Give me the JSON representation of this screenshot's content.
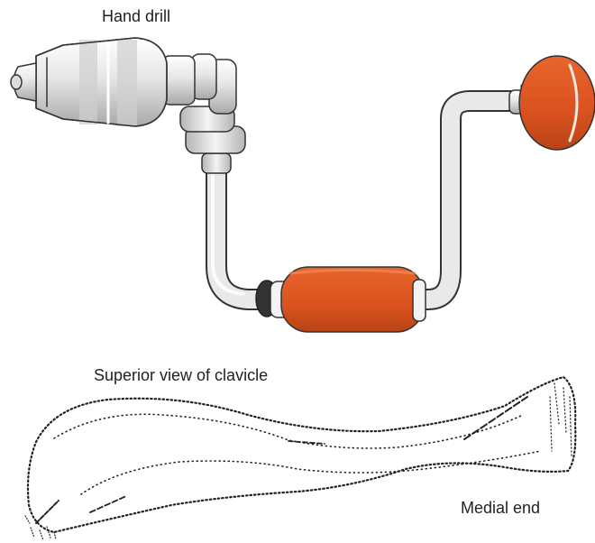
{
  "labels": {
    "hand_drill": "Hand drill",
    "superior_view": "Superior view of clavicle",
    "medial_end": "Medial end"
  },
  "colors": {
    "handle_orange": "#d9521f",
    "metal_light": "#eeeeee",
    "metal_shade": "#bdbdbd",
    "outline": "#333333"
  },
  "icons": {
    "drill": "hand-drill-brace-illustration",
    "clavicle": "clavicle-dotted-outline"
  }
}
